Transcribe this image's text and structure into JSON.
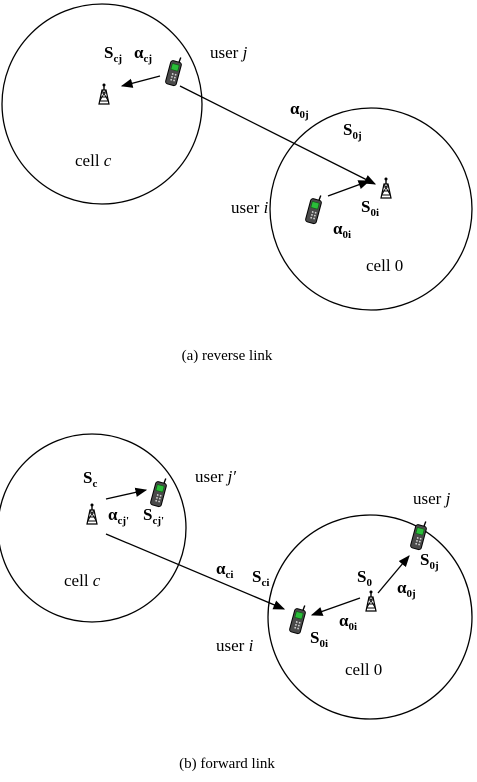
{
  "reverse": {
    "caption": "(a) reverse link",
    "cell_c": {
      "name": "cell",
      "index": "c"
    },
    "cell_0": "cell 0",
    "user_j": {
      "name": "user",
      "index": "j"
    },
    "user_i": {
      "name": "user",
      "index": "i"
    },
    "S_cj": {
      "base": "S",
      "sub": "cj"
    },
    "alpha_cj": {
      "base": "α",
      "sub": "cj"
    },
    "alpha_0j": {
      "base": "α",
      "sub": "0j"
    },
    "S_0j": {
      "base": "S",
      "sub": "0j"
    },
    "alpha_0i": {
      "base": "α",
      "sub": "0i"
    },
    "S_0i": {
      "base": "S",
      "sub": "0i"
    }
  },
  "forward": {
    "caption": "(b) forward link",
    "cell_c": {
      "name": "cell",
      "index": "c"
    },
    "cell_0": "cell 0",
    "user_jp": {
      "name": "user",
      "index": "j′"
    },
    "user_j": {
      "name": "user",
      "index": "j"
    },
    "user_i": {
      "name": "user",
      "index": "i"
    },
    "S_c": {
      "base": "S",
      "sub": "c"
    },
    "alpha_cjp": {
      "base": "α",
      "sub": "cj'"
    },
    "S_cjp": {
      "base": "S",
      "sub": "cj'"
    },
    "alpha_ci": {
      "base": "α",
      "sub": "ci"
    },
    "S_ci": {
      "base": "S",
      "sub": "ci"
    },
    "S_0": {
      "base": "S",
      "sub": "0"
    },
    "S_0j": {
      "base": "S",
      "sub": "0j"
    },
    "alpha_0j": {
      "base": "α",
      "sub": "0j"
    },
    "alpha_0i": {
      "base": "α",
      "sub": "0i"
    },
    "S_0i": {
      "base": "S",
      "sub": "0i"
    }
  },
  "colors": {
    "line": "#000000",
    "phone_screen": "#2bbd3a"
  }
}
